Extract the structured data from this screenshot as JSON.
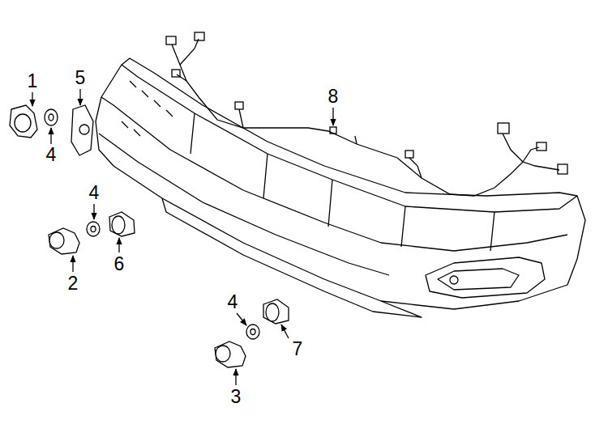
{
  "diagram": {
    "labels": [
      "1",
      "5",
      "4",
      "8",
      "4",
      "6",
      "2",
      "4",
      "7",
      "3"
    ]
  }
}
